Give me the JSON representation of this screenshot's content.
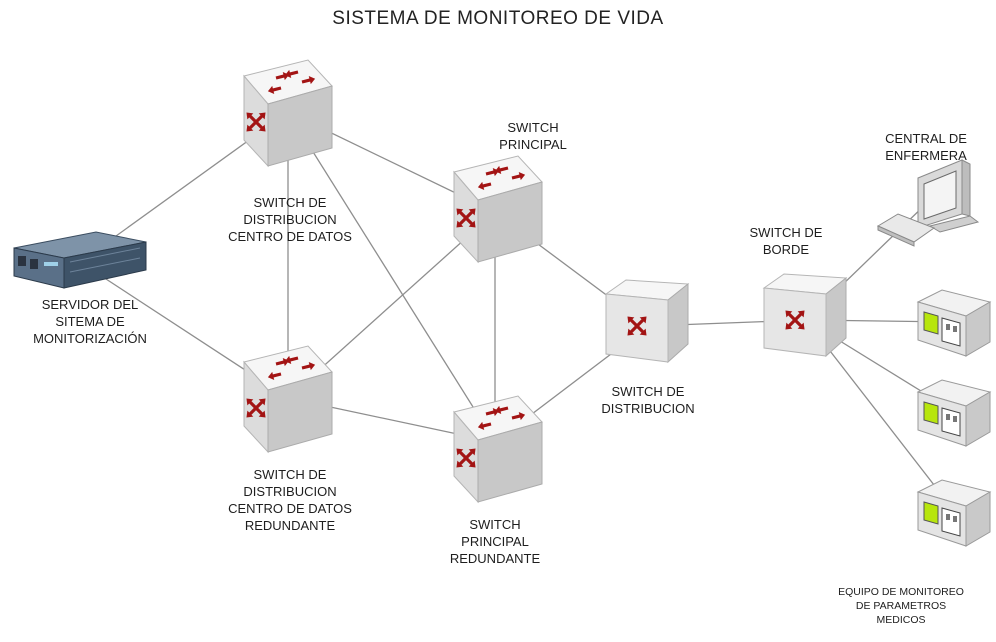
{
  "title": "SISTEMA DE MONITOREO DE VIDA",
  "labels": {
    "server": [
      "SERVIDOR DEL",
      "SITEMA DE",
      "MONITORIZACIÓN"
    ],
    "dc_switch": [
      "SWITCH DE",
      "DISTRIBUCION",
      "CENTRO DE DATOS"
    ],
    "dc_switch_redundant": [
      "SWITCH DE",
      "DISTRIBUCION",
      "CENTRO DE DATOS",
      "REDUNDANTE"
    ],
    "main_switch": [
      "SWITCH",
      "PRINCIPAL"
    ],
    "main_switch_redundant": [
      "SWITCH",
      "PRINCIPAL",
      "REDUNDANTE"
    ],
    "dist_switch": [
      "SWITCH DE",
      "DISTRIBUCION"
    ],
    "edge_switch": [
      "SWITCH DE",
      "BORDE"
    ],
    "nurse_station": [
      "CENTRAL DE",
      "ENFERMERA"
    ],
    "monitors": [
      "EQUIPO DE MONITOREO",
      "DE PARAMETROS",
      "MEDICOS"
    ]
  },
  "colors": {
    "switch_front": "#ececec",
    "switch_side": "#c8c8c8",
    "switch_top": "#f6f6f6",
    "arrow": "#a31414",
    "link": "#8e8e8e",
    "server_body": "#4f6680",
    "monitor_screen": "#b7e60c"
  },
  "icons": {
    "switch": "network-switch-icon",
    "server": "rack-server-icon",
    "workstation": "computer-workstation-icon",
    "medical_monitor": "medical-monitor-icon"
  }
}
